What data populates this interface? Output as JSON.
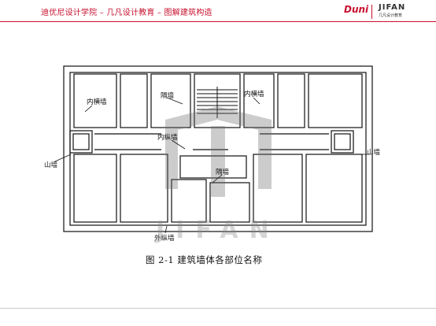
{
  "header": {
    "title": "迪优尼设计学院 – 几凡设计教育 – 图解建筑构造",
    "brand_left": "Duni",
    "brand_right": "JIFAN",
    "brand_right_sub": "几凡设计教育",
    "accent_color": "#c8102e"
  },
  "diagram": {
    "labels": {
      "inner_cross_wall": "内横墙",
      "partition_top": "隔墙",
      "inner_cross_wall_right": "内横墙",
      "inner_long_wall": "内纵墙",
      "gable_left": "山墙",
      "gable_right": "山墙",
      "partition_mid": "隔墙",
      "outer_long_wall": "外纵墙"
    },
    "caption": "图 2-1   建筑墙体各部位名称"
  },
  "watermark": {
    "text": "JIFAN"
  }
}
